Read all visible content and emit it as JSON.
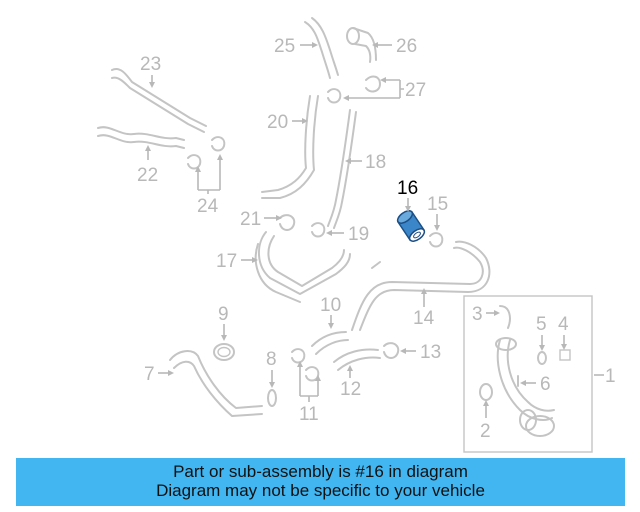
{
  "callouts": [
    "1",
    "2",
    "3",
    "4",
    "5",
    "6",
    "7",
    "8",
    "9",
    "10",
    "11",
    "12",
    "13",
    "14",
    "15",
    "16",
    "17",
    "18",
    "19",
    "20",
    "21",
    "22",
    "23",
    "24",
    "25",
    "26",
    "27"
  ],
  "highlighted_part": "16",
  "colors": {
    "banner": "#41b6f1",
    "highlight_part": "#3a86c8",
    "line_art": "#c4c4c4",
    "label": "#b8b8b8"
  },
  "banner": {
    "line1": "Part or sub-assembly is #16 in diagram",
    "line2": "Diagram may not be specific to your vehicle"
  }
}
